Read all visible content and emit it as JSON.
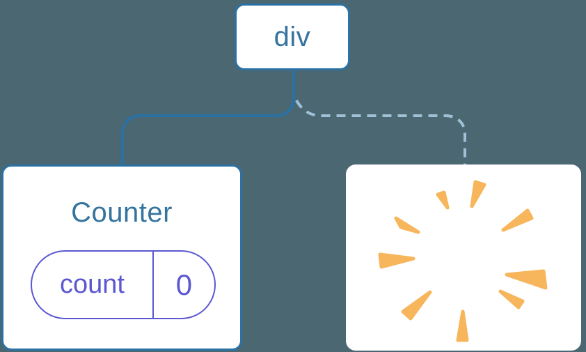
{
  "colors": {
    "bg": "#4A6772",
    "node-border": "#2B71A4",
    "node-text": "#35749F",
    "dash-line": "#9FC0D6",
    "state-purple": "#5B57D1",
    "poof-orange": "#F7B55C",
    "card-bg": "#FFFFFF"
  },
  "tree": {
    "root": {
      "label": "div"
    },
    "children": [
      {
        "title": "Counter",
        "state_pill": {
          "key": "count",
          "value": "0"
        },
        "connection": "solid"
      },
      {
        "icon": "poof-burst-icon",
        "connection": "dashed"
      }
    ]
  }
}
